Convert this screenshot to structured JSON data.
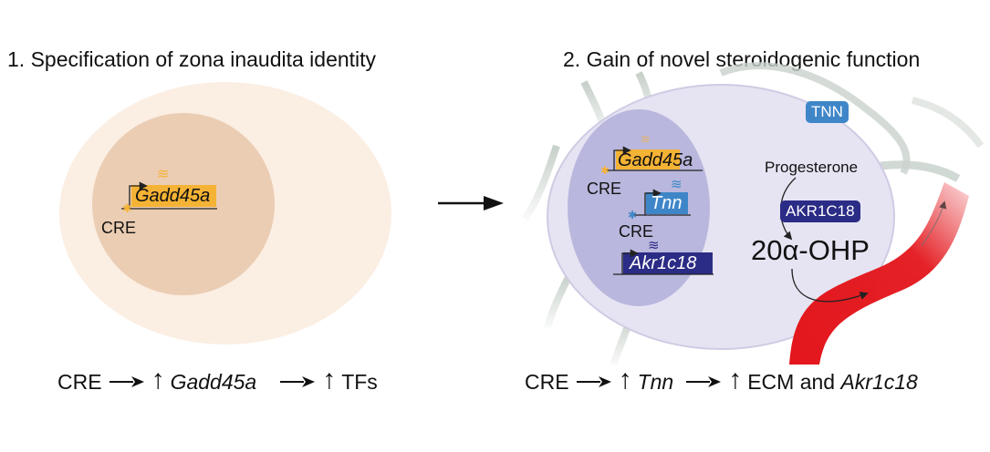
{
  "panels": [
    {
      "title": "1. Specification of zona inaudita identity",
      "genes": [
        {
          "name": "Gadd45a",
          "color": "#f5b335",
          "text_color": "#111111"
        }
      ],
      "cre_labels": [
        "CRE"
      ],
      "summary": {
        "start": "CRE",
        "gene": "Gadd45a",
        "result": "TFs"
      },
      "colors": {
        "cell": "#fbeee3",
        "nucleus": "#ebcdb3"
      }
    },
    {
      "title": "2. Gain of novel steroidogenic function",
      "genes": [
        {
          "name": "Gadd45a",
          "color": "#f5b335",
          "text_color": "#111111"
        },
        {
          "name": "Tnn",
          "color": "#3f86c8",
          "text_color": "#ffffff"
        },
        {
          "name": "Akr1c18",
          "color": "#2b2c86",
          "text_color": "#ffffff"
        }
      ],
      "cre_labels": [
        "CRE",
        "CRE"
      ],
      "proteins": [
        {
          "name": "TNN",
          "color": "#3f86c8"
        },
        {
          "name": "AKR1C18",
          "color": "#2b2c86"
        }
      ],
      "pathway": {
        "substrate": "Progesterone",
        "product": "20α-OHP"
      },
      "summary": {
        "start": "CRE",
        "gene": "Tnn",
        "result_plain": "ECM and ",
        "result_italic": "Akr1c18"
      },
      "colors": {
        "cell": "#e6e4f2",
        "nucleus": "#b9b7dd",
        "vessel": "#e3161c",
        "fiber": "#c9d2cc"
      }
    }
  ],
  "transition_arrow": "right-arrow"
}
